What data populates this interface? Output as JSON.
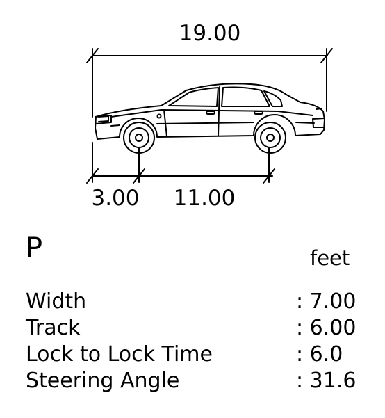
{
  "dimensions": {
    "overall_length": "19.00",
    "front_overhang": "3.00",
    "wheelbase": "11.00"
  },
  "vehicle": {
    "symbol": "P",
    "units": "feet"
  },
  "specs": [
    {
      "label": "Width",
      "value": ": 7.00"
    },
    {
      "label": "Track",
      "value": ": 6.00"
    },
    {
      "label": "Lock to Lock Time",
      "value": ": 6.0"
    },
    {
      "label": "Steering Angle",
      "value": ": 31.6"
    }
  ],
  "colors": {
    "line": "#000000",
    "background": "#ffffff"
  },
  "icons": {
    "vehicle": "sedan-side-view-icon"
  }
}
